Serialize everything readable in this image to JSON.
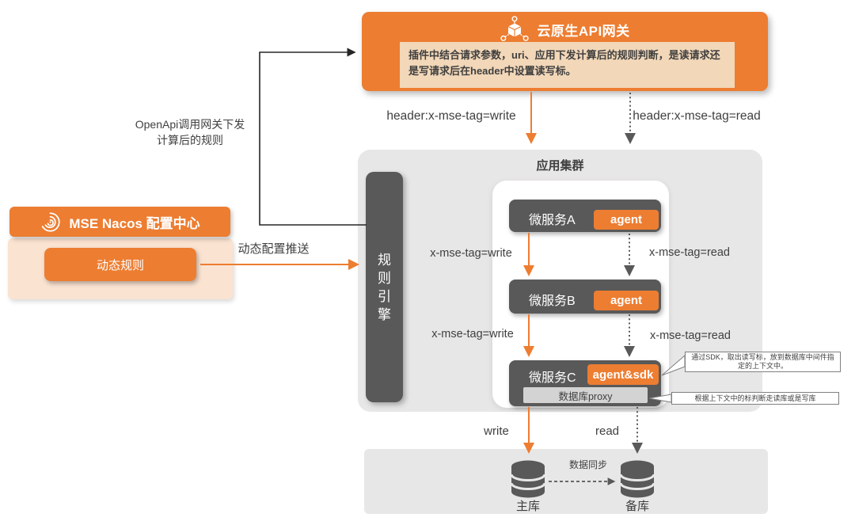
{
  "colors": {
    "accent_orange": "#ED7D31",
    "dark_gray": "#595959",
    "panel_gray": "#E8E7E7",
    "peach": "#FBE3D1",
    "tan": "#F2D7B8",
    "text_dark": "#3F3F3F"
  },
  "gateway": {
    "title": "云原生API网关",
    "description": "插件中结合请求参数，uri、应用下发计算后的规则判断，是读请求还是写请求后在header中设置读写标。"
  },
  "nacos": {
    "title": "MSE Nacos 配置中心",
    "rule_button": "动态规则"
  },
  "cluster": {
    "title": "应用集群",
    "rule_engine": "规则引擎",
    "services": [
      {
        "name": "微服务A",
        "badge": "agent"
      },
      {
        "name": "微服务B",
        "badge": "agent"
      },
      {
        "name": "微服务C",
        "badge": "agent&sdk",
        "proxy": "数据库proxy"
      }
    ]
  },
  "flow_labels": {
    "openapi_line1": "OpenApi调用网关下发",
    "openapi_line2": "计算后的规则",
    "dynamic_push": "动态配置推送",
    "header_write": "header:x-mse-tag=write",
    "header_read": "header:x-mse-tag=read",
    "tag_write": "x-mse-tag=write",
    "tag_read": "x-mse-tag=read",
    "write": "write",
    "read": "read",
    "data_sync": "数据同步"
  },
  "databases": {
    "primary": "主库",
    "replica": "备库"
  },
  "annotations": {
    "sdk_note": "通过SDK，取出读写标，放到数据库中间件指定的上下文中。",
    "proxy_note": "根据上下文中的标判断走读库或是写库"
  }
}
